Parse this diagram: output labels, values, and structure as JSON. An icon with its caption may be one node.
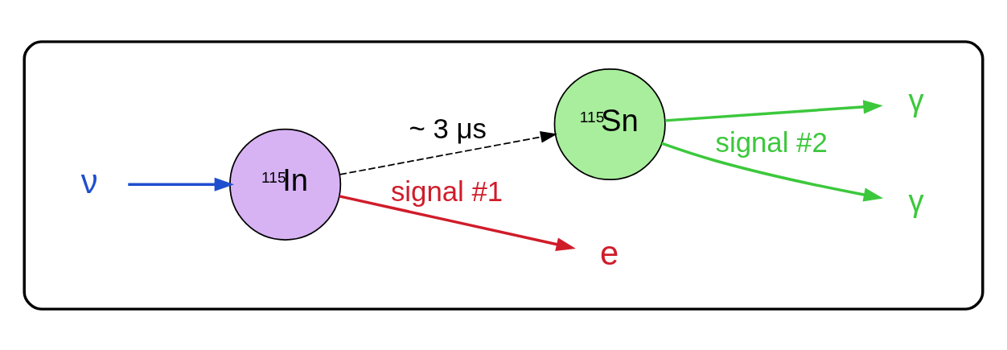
{
  "diagram": {
    "nodes": [
      {
        "text": [],
        "shape": "box"
      },
      {
        "text": [
          "ν"
        ],
        "in": 0
      },
      {
        "text": [
          "$^{115}$In"
        ],
        "in": 0
      },
      {
        "text": [
          "e"
        ],
        "in": 0
      },
      {
        "text": [
          "$^{115}$Sn"
        ],
        "in": 0
      },
      {
        "text": [
          "γ"
        ],
        "in": 0
      },
      {
        "text": [
          "γ"
        ],
        "in": 0
      }
    ],
    "edges": [
      {
        "from": 1,
        "to": 2,
        "arrow": "to",
        "color": "#1f4fcf"
      },
      {
        "from": 2,
        "to": 3,
        "arrow": "to",
        "label": "signal #1",
        "color": "#d01c2a"
      },
      {
        "from": 2,
        "to": 4,
        "arrow": "to",
        "label": "~ 3 μs",
        "style": "dashed",
        "color": "#000000"
      },
      {
        "from": 4,
        "to": 5,
        "arrow": "to",
        "label": "signal #2",
        "color": "#3cc83c"
      },
      {
        "from": 4,
        "to": 6,
        "arrow": "to",
        "color": "#3cc83c"
      }
    ]
  }
}
